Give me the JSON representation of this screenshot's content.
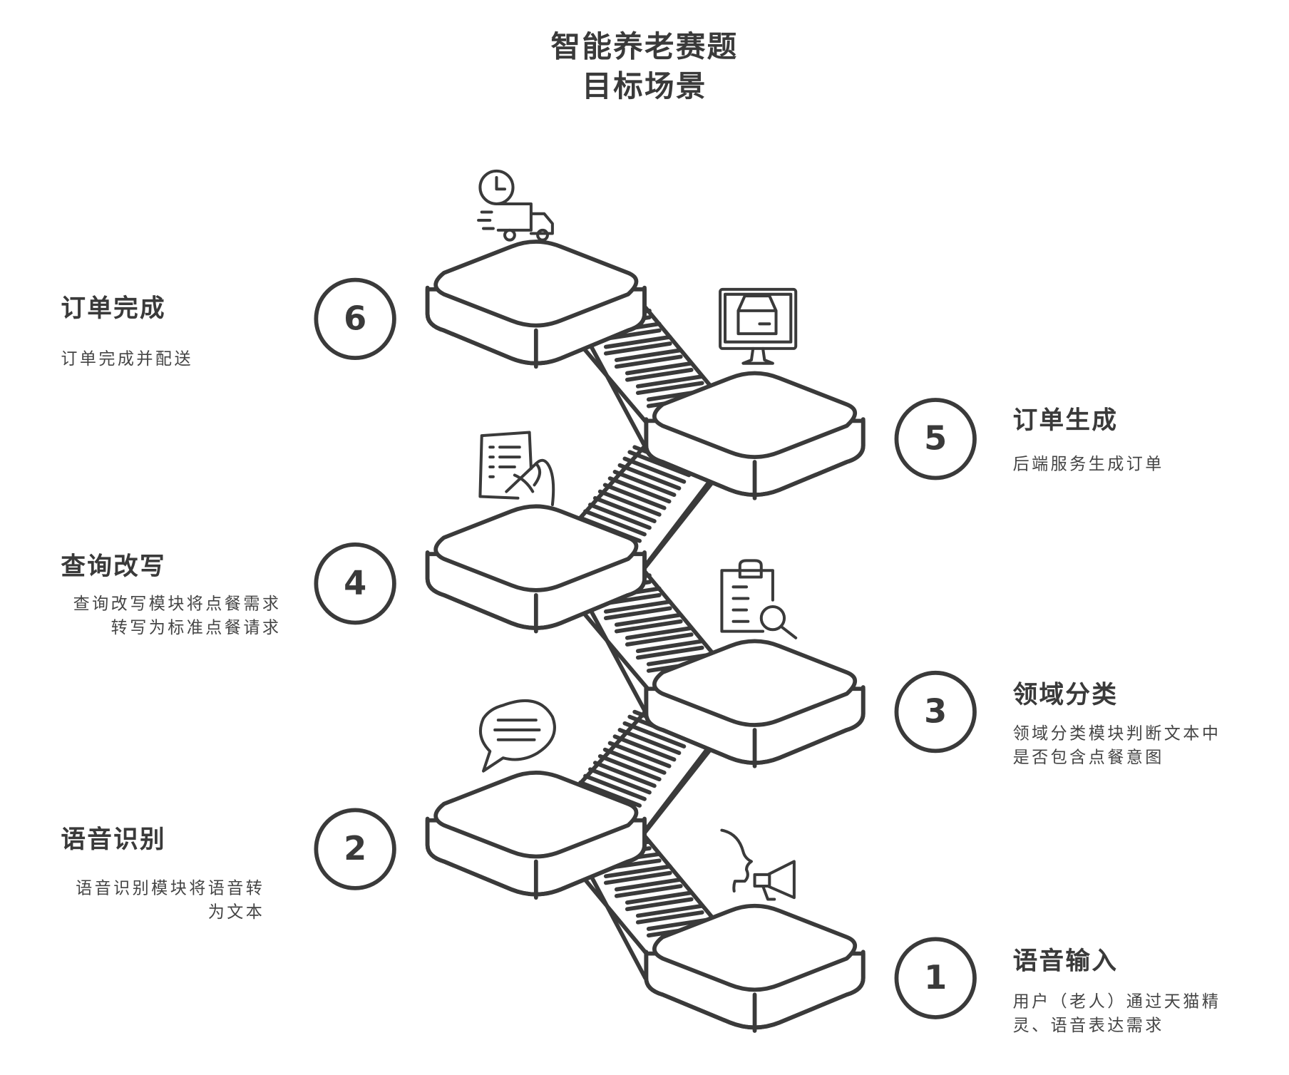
{
  "title": {
    "line1": "智能养老赛题",
    "line2": "目标场景"
  },
  "steps": [
    {
      "number": "1",
      "title": "语音输入",
      "desc_lines": [
        "用户（老人）通过天猫精",
        "灵、语音表达需求"
      ],
      "icon": "speaker-megaphone-icon"
    },
    {
      "number": "2",
      "title": "语音识别",
      "desc_lines": [
        "语音识别模块将语音转",
        "为文本"
      ],
      "icon": "chat-bubble-icon"
    },
    {
      "number": "3",
      "title": "领域分类",
      "desc_lines": [
        "领域分类模块判断文本中",
        "是否包含点餐意图"
      ],
      "icon": "document-search-icon"
    },
    {
      "number": "4",
      "title": "查询改写",
      "desc_lines": [
        "查询改写模块将点餐需求",
        "转写为标准点餐请求"
      ],
      "icon": "hand-writing-icon"
    },
    {
      "number": "5",
      "title": "订单生成",
      "desc_lines": [
        "后端服务生成订单"
      ],
      "icon": "monitor-box-icon"
    },
    {
      "number": "6",
      "title": "订单完成",
      "desc_lines": [
        "订单完成并配送"
      ],
      "icon": "delivery-truck-clock-icon"
    }
  ]
}
